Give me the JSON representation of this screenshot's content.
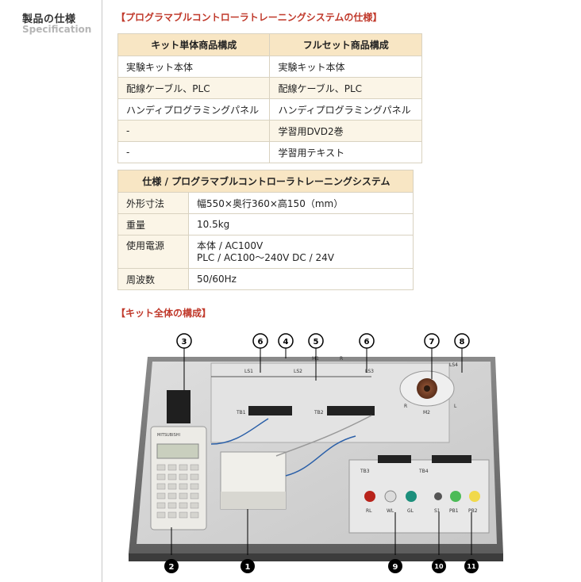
{
  "sidebar": {
    "title": "製品の仕様",
    "subtitle": "Specification"
  },
  "section1": {
    "heading": "【プログラマブルコントローラトレーニングシステムの仕様】",
    "columns": [
      "キット単体商品構成",
      "フルセット商品構成"
    ],
    "rows": [
      [
        "実験キット本体",
        "実験キット本体"
      ],
      [
        "配線ケーブル、PLC",
        "配線ケーブル、PLC"
      ],
      [
        "ハンディプログラミングパネル",
        "ハンディプログラミングパネル"
      ],
      [
        "-",
        "学習用DVD2巻"
      ],
      [
        "-",
        "学習用テキスト"
      ]
    ]
  },
  "section2": {
    "header": "仕様 / プログラマブルコントローラトレーニングシステム",
    "rows": [
      {
        "label": "外形寸法",
        "value": "幅550×奥行360×高150（mm）"
      },
      {
        "label": "重量",
        "value": "10.5kg"
      },
      {
        "label": "使用電源",
        "value": "本体 / AC100V",
        "value2": "PLC / AC100～240V DC / 24V"
      },
      {
        "label": "周波数",
        "value": "50/60Hz"
      }
    ]
  },
  "section3": {
    "heading": "【キット全体の構成】",
    "callouts_top": [
      "3",
      "6",
      "4",
      "5",
      "6",
      "7",
      "8"
    ],
    "callouts_bottom": [
      "2",
      "1",
      "9",
      "10",
      "11"
    ],
    "board_labels": {
      "ls1": "LS1",
      "ls2": "LS2",
      "ls3": "LS3",
      "ls4": "LS4",
      "m1": "M1",
      "m2": "M2",
      "l": "L",
      "r": "R",
      "tb1": "TB1",
      "tb2": "TB2",
      "tb3": "TB3",
      "tb4": "TB4",
      "rl": "RL",
      "wl": "WL",
      "gl": "GL",
      "s1": "S1",
      "pb1": "PB1",
      "pb2": "PB2",
      "maker": "MITSUBISHI"
    }
  }
}
